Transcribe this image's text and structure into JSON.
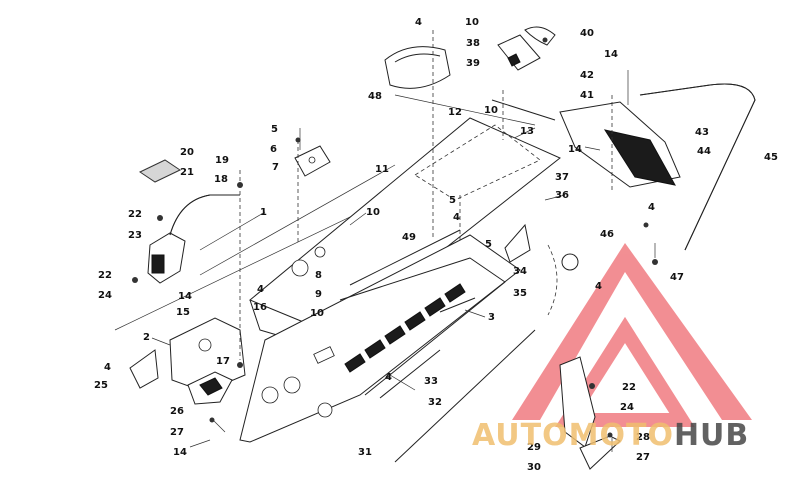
{
  "callouts": [
    {
      "id": "c1",
      "text": "1"
    },
    {
      "id": "c2",
      "text": "2"
    },
    {
      "id": "c3",
      "text": "3"
    },
    {
      "id": "c4a",
      "text": "4"
    },
    {
      "id": "c4b",
      "text": "4"
    },
    {
      "id": "c4c",
      "text": "4"
    },
    {
      "id": "c4d",
      "text": "4"
    },
    {
      "id": "c4e",
      "text": "4"
    },
    {
      "id": "c4f",
      "text": "4"
    },
    {
      "id": "c4g",
      "text": "4"
    },
    {
      "id": "c5a",
      "text": "5"
    },
    {
      "id": "c5b",
      "text": "5"
    },
    {
      "id": "c5c",
      "text": "5"
    },
    {
      "id": "c6",
      "text": "6"
    },
    {
      "id": "c7",
      "text": "7"
    },
    {
      "id": "c8",
      "text": "8"
    },
    {
      "id": "c9",
      "text": "9"
    },
    {
      "id": "c10a",
      "text": "10"
    },
    {
      "id": "c10b",
      "text": "10"
    },
    {
      "id": "c10c",
      "text": "10"
    },
    {
      "id": "c10d",
      "text": "10"
    },
    {
      "id": "c11",
      "text": "11"
    },
    {
      "id": "c12",
      "text": "12"
    },
    {
      "id": "c13",
      "text": "13"
    },
    {
      "id": "c14a",
      "text": "14"
    },
    {
      "id": "c14b",
      "text": "14"
    },
    {
      "id": "c14c",
      "text": "14"
    },
    {
      "id": "c14d",
      "text": "14"
    },
    {
      "id": "c15",
      "text": "15"
    },
    {
      "id": "c16",
      "text": "16"
    },
    {
      "id": "c17",
      "text": "17"
    },
    {
      "id": "c18",
      "text": "18"
    },
    {
      "id": "c19",
      "text": "19"
    },
    {
      "id": "c20",
      "text": "20"
    },
    {
      "id": "c21",
      "text": "21"
    },
    {
      "id": "c22a",
      "text": "22"
    },
    {
      "id": "c22b",
      "text": "22"
    },
    {
      "id": "c22c",
      "text": "22"
    },
    {
      "id": "c23",
      "text": "23"
    },
    {
      "id": "c24a",
      "text": "24"
    },
    {
      "id": "c24b",
      "text": "24"
    },
    {
      "id": "c25",
      "text": "25"
    },
    {
      "id": "c26",
      "text": "26"
    },
    {
      "id": "c27a",
      "text": "27"
    },
    {
      "id": "c27b",
      "text": "27"
    },
    {
      "id": "c28",
      "text": "28"
    },
    {
      "id": "c29",
      "text": "29"
    },
    {
      "id": "c30",
      "text": "30"
    },
    {
      "id": "c31",
      "text": "31"
    },
    {
      "id": "c32",
      "text": "32"
    },
    {
      "id": "c33",
      "text": "33"
    },
    {
      "id": "c34",
      "text": "34"
    },
    {
      "id": "c35",
      "text": "35"
    },
    {
      "id": "c36",
      "text": "36"
    },
    {
      "id": "c37",
      "text": "37"
    },
    {
      "id": "c38",
      "text": "38"
    },
    {
      "id": "c39",
      "text": "39"
    },
    {
      "id": "c40",
      "text": "40"
    },
    {
      "id": "c41",
      "text": "41"
    },
    {
      "id": "c42",
      "text": "42"
    },
    {
      "id": "c43",
      "text": "43"
    },
    {
      "id": "c44",
      "text": "44"
    },
    {
      "id": "c45",
      "text": "45"
    },
    {
      "id": "c46",
      "text": "46"
    },
    {
      "id": "c47",
      "text": "47"
    },
    {
      "id": "c48",
      "text": "48"
    },
    {
      "id": "c49",
      "text": "49"
    }
  ],
  "watermark": {
    "word_part_1": "AUTOMOTO",
    "word_part_2": "HUB",
    "logo_color": "#e8333b",
    "text_color_1": "#f0be6e",
    "text_color_2": "#464646"
  }
}
